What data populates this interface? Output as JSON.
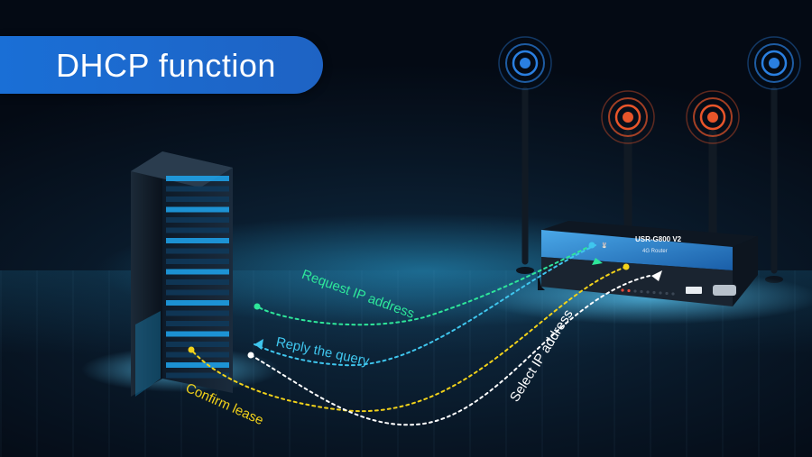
{
  "banner": {
    "title": "DHCP function"
  },
  "flow_labels": {
    "request": "Request IP address",
    "reply": "Reply the query",
    "confirm": "Confirm lease",
    "select": "Select IP address"
  },
  "device": {
    "model": "USR-G800 V2",
    "subtitle": "4G Router"
  },
  "colors": {
    "banner": "#1a6fd6",
    "request": "#2ee69a",
    "reply": "#3fc6ee",
    "confirm": "#f2d21a",
    "select": "#ffffff"
  },
  "icons": [
    "server-rack-icon",
    "router-icon",
    "antenna-icon",
    "signal-wave-icon"
  ]
}
